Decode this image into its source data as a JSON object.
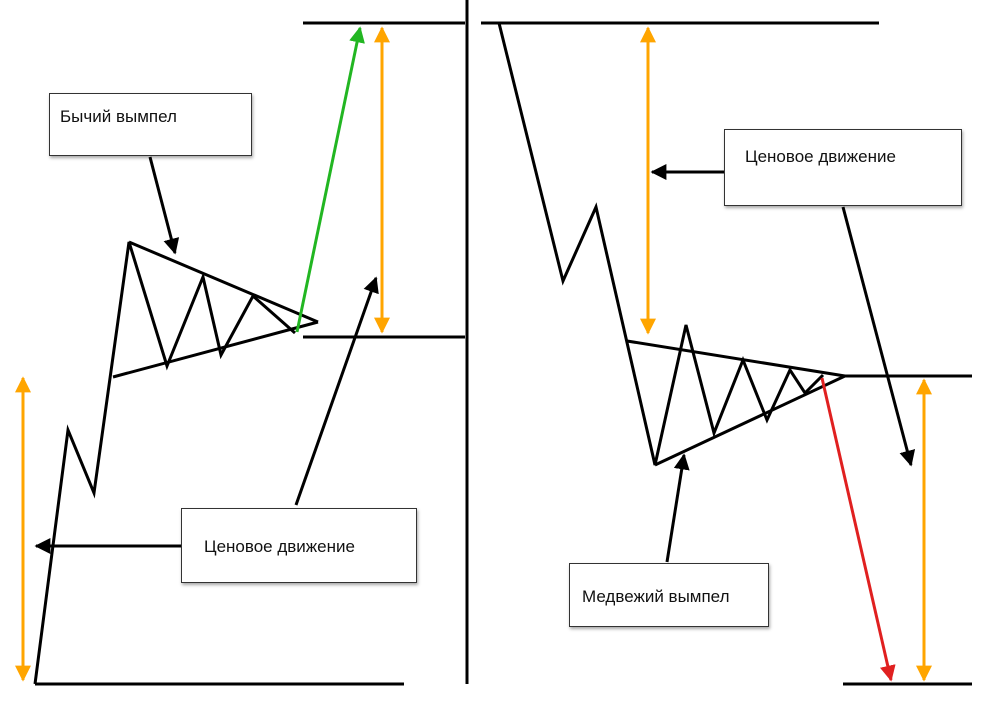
{
  "labels": {
    "bull_pennant": "Бычий вымпел",
    "price_move_left": "Ценовое движение",
    "price_move_right": "Ценовое движение",
    "bear_pennant": "Медвежий вымпел"
  },
  "colors": {
    "structure": "#000000",
    "measure_arrow": "#FFA500",
    "breakout_up": "#22B622",
    "breakout_down": "#E02020"
  }
}
